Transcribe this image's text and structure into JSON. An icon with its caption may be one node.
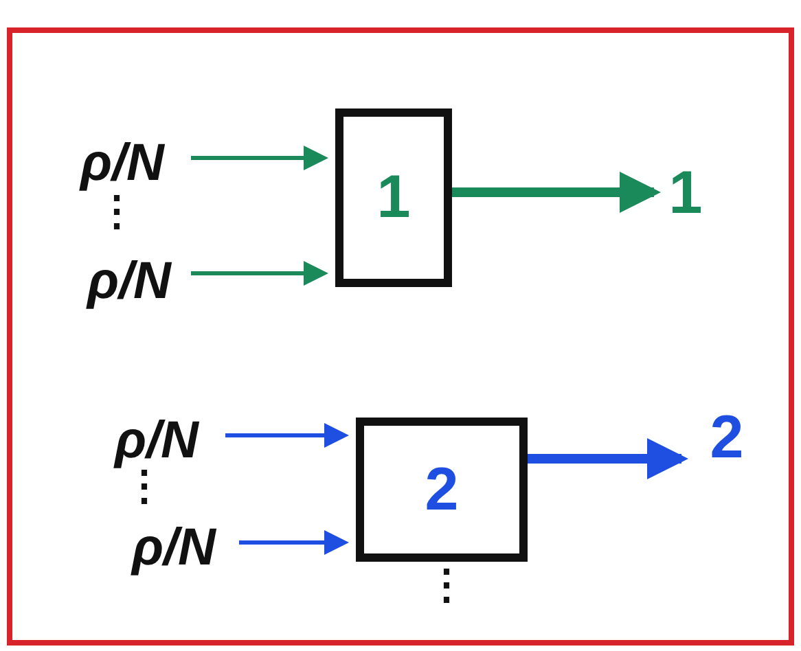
{
  "diagram": {
    "nodes": [
      {
        "text": [],
        "shape": "box"
      },
      {
        "text": [
          "ρ/N"
        ],
        "in": 0
      },
      {
        "text": [
          "ρ/N"
        ],
        "in": 0
      },
      {
        "text": [
          "1"
        ],
        "in": 0
      },
      {
        "text": [
          "1"
        ],
        "in": 0
      },
      {
        "text": [
          "ρ/N"
        ],
        "in": 0
      },
      {
        "text": [
          "ρ/N"
        ],
        "in": 0
      },
      {
        "text": [
          "2"
        ],
        "in": 0
      },
      {
        "text": [
          "2"
        ],
        "in": 0
      }
    ],
    "edges": [
      {
        "from": 1,
        "to": 3,
        "arrow": "to",
        "color": "#1a8a5a"
      },
      {
        "from": 2,
        "to": 3,
        "arrow": "to",
        "color": "#1a8a5a"
      },
      {
        "from": 3,
        "to": 4,
        "arrow": "to",
        "style": "thick",
        "color": "#1a8a5a"
      },
      {
        "from": 5,
        "to": 7,
        "arrow": "to",
        "color": "#1f4fe0"
      },
      {
        "from": 6,
        "to": 7,
        "arrow": "to",
        "color": "#1f4fe0"
      },
      {
        "from": 7,
        "to": 8,
        "arrow": "to",
        "style": "thick",
        "color": "#1f4fe0"
      }
    ],
    "labels": [
      "⋮",
      "⋮",
      "⋮"
    ]
  }
}
